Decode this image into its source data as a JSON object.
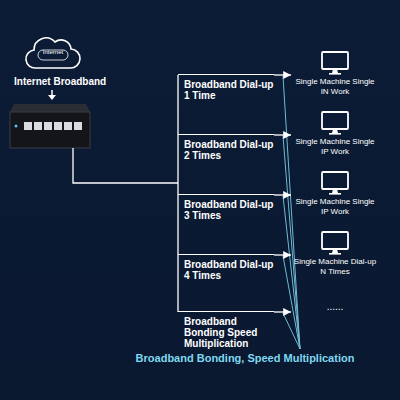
{
  "diagram": {
    "caption": "Broadband Bonding, Speed Multiplication",
    "nodes": [
      {
        "text": [
          "Internet",
          "Internet Broadband"
        ]
      },
      {
        "text": [
          "Broadband Dial-up 1 Time"
        ]
      },
      {
        "text": [
          "Single Machine Single IN Work"
        ]
      },
      {
        "text": [
          "Broadband Dial-up 2 Times"
        ]
      },
      {
        "text": [
          "Single Machine Single IP Work"
        ]
      },
      {
        "text": [
          "Broadband Dial-up 3 Times"
        ]
      },
      {
        "text": [
          "Single Machine Single IP Work"
        ]
      },
      {
        "text": [
          "Broadband Dial-up 4 Times"
        ]
      },
      {
        "text": [
          "Single Machine Dial-up N Times"
        ]
      },
      {
        "text": [
          "Broadband Bonding Speed Multiplication"
        ]
      },
      {
        "text": [
          "......"
        ]
      }
    ],
    "edges": [
      {
        "from": 1,
        "to": 2,
        "arrow": "to"
      },
      {
        "from": 3,
        "to": 4,
        "arrow": "to"
      },
      {
        "from": 5,
        "to": 6,
        "arrow": "to"
      },
      {
        "from": 7,
        "to": 8,
        "arrow": "to"
      },
      {
        "from": 9,
        "to": 10,
        "arrow": "to"
      }
    ]
  }
}
